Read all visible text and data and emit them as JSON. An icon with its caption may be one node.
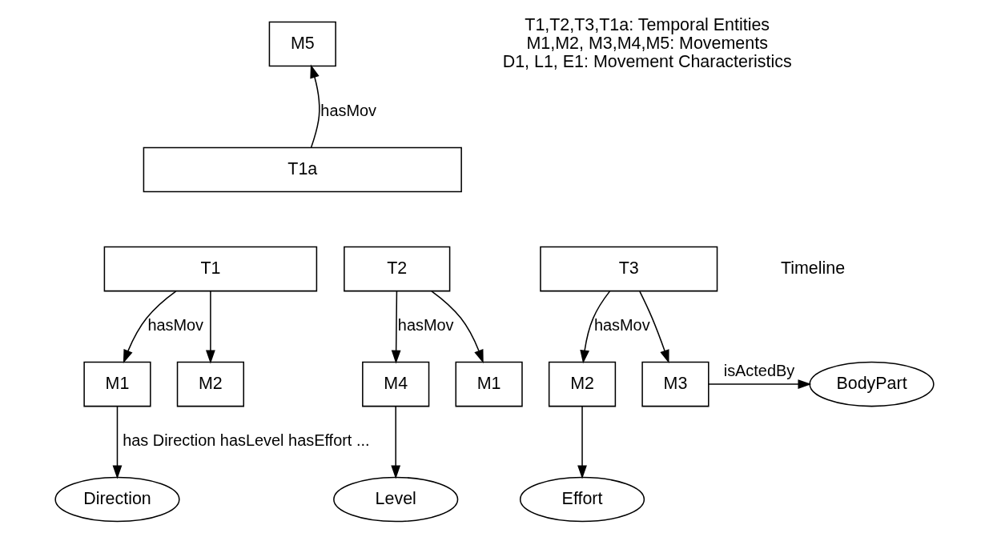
{
  "diagram": {
    "nodes": [
      {
        "text": [
          "M5"
        ]
      },
      {
        "text": [
          "T1a"
        ]
      },
      {
        "text": [
          "T1"
        ]
      },
      {
        "text": [
          "T2"
        ]
      },
      {
        "text": [
          "T3"
        ]
      },
      {
        "text": [
          "M1"
        ]
      },
      {
        "text": [
          "M2"
        ]
      },
      {
        "text": [
          "M4"
        ]
      },
      {
        "text": [
          "M1"
        ]
      },
      {
        "text": [
          "M2"
        ]
      },
      {
        "text": [
          "M3"
        ]
      },
      {
        "text": [
          "BodyPart"
        ]
      },
      {
        "text": [
          "Direction"
        ]
      },
      {
        "text": [
          "Level"
        ]
      },
      {
        "text": [
          "Effort"
        ]
      }
    ],
    "edges": [
      {
        "from": 1,
        "to": 0,
        "arrow": "to",
        "label": "hasMov"
      },
      {
        "from": 2,
        "to": 5,
        "arrow": "to",
        "label": "hasMov"
      },
      {
        "from": 2,
        "to": 6,
        "arrow": "to"
      },
      {
        "from": 3,
        "to": 7,
        "arrow": "to",
        "label": "hasMov"
      },
      {
        "from": 3,
        "to": 8,
        "arrow": "to"
      },
      {
        "from": 4,
        "to": 9,
        "arrow": "to",
        "label": "hasMov"
      },
      {
        "from": 4,
        "to": 10,
        "arrow": "to"
      },
      {
        "from": 10,
        "to": 11,
        "arrow": "to",
        "label": "isActedBy"
      },
      {
        "from": 5,
        "to": 12,
        "arrow": "to",
        "label": "has Direction hasLevel hasEffort ..."
      },
      {
        "from": 7,
        "to": 13,
        "arrow": "to"
      },
      {
        "from": 9,
        "to": 14,
        "arrow": "to"
      }
    ],
    "labels": [
      "T1,T2,T3,T1a: Temporal Entities",
      "M1,M2, M3,M4,M5: Movements",
      "D1, L1, E1: Movement Characteristics",
      "Timeline"
    ]
  }
}
